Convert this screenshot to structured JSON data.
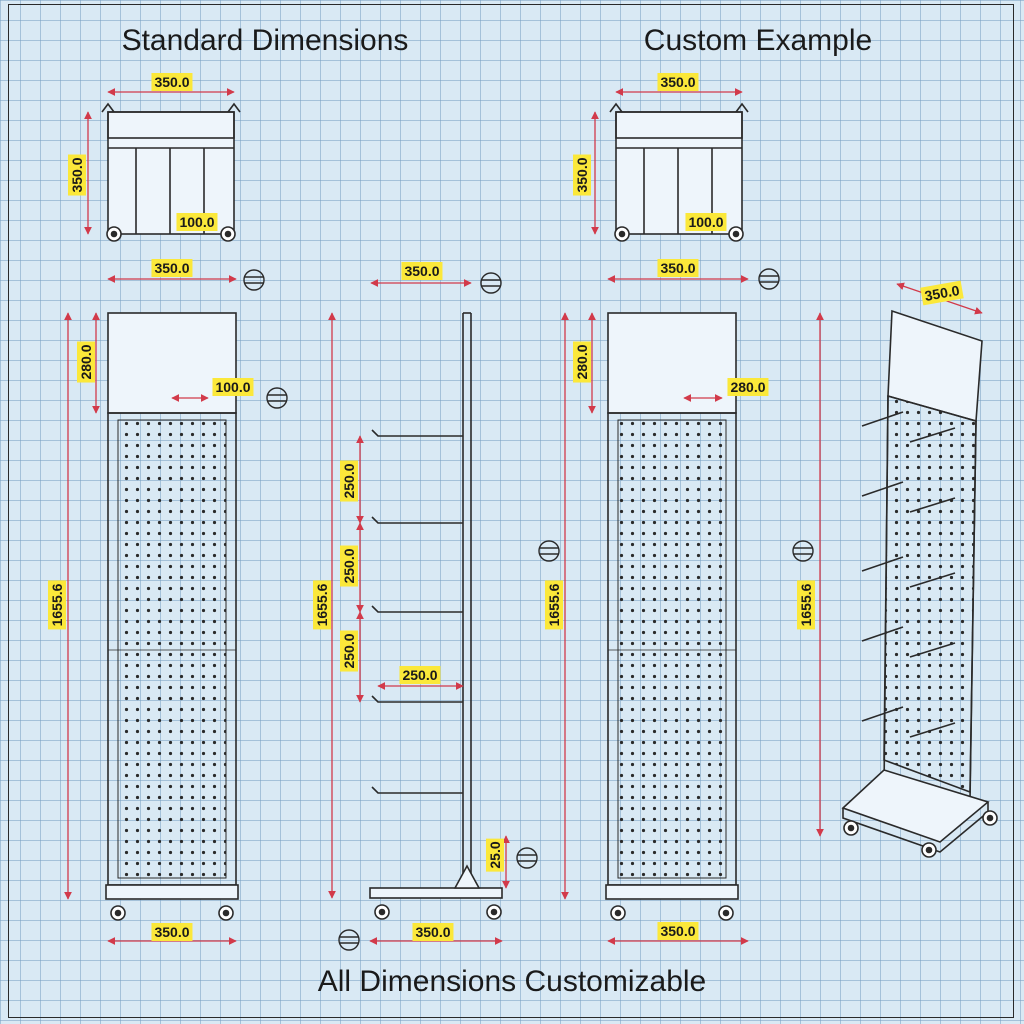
{
  "headings": {
    "standard": "Standard Dimensions",
    "custom": "Custom Example",
    "footer": "All Dimensions Customizable"
  },
  "dimensions": {
    "std_top_width": "350.0",
    "std_top_depth": "350.0",
    "std_top_divider": "100.0",
    "std_front_width": "350.0",
    "std_front_header": "280.0",
    "std_front_hole": "100.0",
    "std_front_height": "1655.6",
    "std_front_base": "350.0",
    "side_top_width": "350.0",
    "side_height": "1655.6",
    "side_gap_1": "250.0",
    "side_gap_2": "250.0",
    "side_gap_3": "250.0",
    "side_hook_length": "250.0",
    "side_base_height": "25.0",
    "side_base_width": "350.0",
    "cus_top_width": "350.0",
    "cus_top_depth": "350.0",
    "cus_top_divider": "100.0",
    "cus_front_width": "350.0",
    "cus_front_header": "280.0",
    "cus_front_hole": "280.0",
    "cus_front_height": "1655.6",
    "cus_front_base": "350.0",
    "iso_width": "350.0",
    "iso_height": "1655.6"
  },
  "colors": {
    "background": "#d9e9f4",
    "line": "#2a2a2a",
    "dimension_line": "#d23a4a",
    "label_fill": "#fbe83a"
  }
}
